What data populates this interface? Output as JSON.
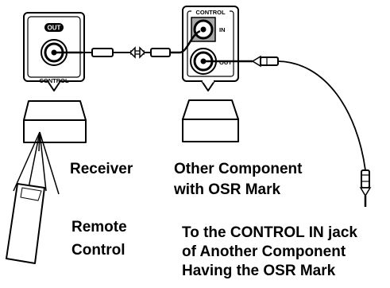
{
  "receiver_panel": {
    "out_label": "OUT",
    "control_label": "CONTROL"
  },
  "component_panel": {
    "control_label": "CONTROL",
    "in_label": "IN",
    "out_label": "OUT"
  },
  "labels": {
    "receiver": "Receiver",
    "other_component": [
      "Other Component",
      "with OSR Mark"
    ],
    "remote": [
      "Remote",
      "Control"
    ],
    "to_control_in": [
      "To the CONTROL IN jack",
      "of Another Component",
      "Having the OSR Mark"
    ]
  },
  "colors": {
    "ink": "#000000",
    "jack_fill": "#a8a8a8",
    "paper": "#ffffff"
  }
}
